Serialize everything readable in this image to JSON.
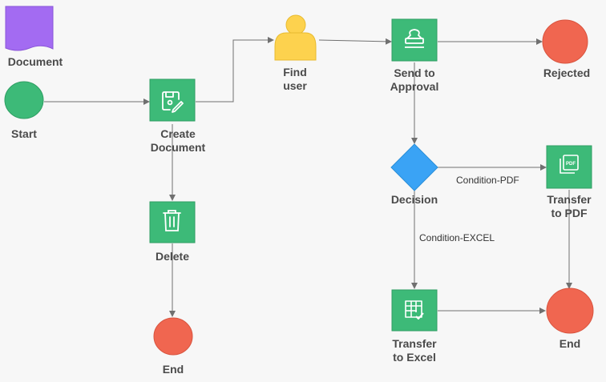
{
  "colors": {
    "task": "#3dba78",
    "task_border": "#2f9e63",
    "start": "#3dba78",
    "end": "#f06650",
    "decision": "#3aa3f5",
    "user": "#fdd24e",
    "document": "#a36bf2",
    "edge": "#707070"
  },
  "nodes": {
    "document": {
      "label": "Document",
      "icon": "document-shape"
    },
    "start": {
      "label": "Start",
      "icon": "start-circle"
    },
    "create": {
      "label": "Create\nDocument",
      "icon": "edit-document-icon"
    },
    "find_user": {
      "label": "Find\nuser",
      "icon": "user-icon"
    },
    "send": {
      "label": "Send to\nApproval",
      "icon": "stamp-icon"
    },
    "rejected": {
      "label": "Rejected",
      "icon": "end-circle"
    },
    "decision": {
      "label": "Decision",
      "icon": "diamond"
    },
    "transfer_pdf": {
      "label": "Transfer\nto PDF",
      "icon": "pdf-icon"
    },
    "delete": {
      "label": "Delete",
      "icon": "trash-icon"
    },
    "end_left": {
      "label": "End",
      "icon": "end-circle"
    },
    "transfer_excel": {
      "label": "Transfer\nto Excel",
      "icon": "spreadsheet-icon"
    },
    "end_right": {
      "label": "End",
      "icon": "end-circle"
    }
  },
  "edges": {
    "condition_pdf": "Condition-PDF",
    "condition_excel": "Condition-EXCEL"
  }
}
